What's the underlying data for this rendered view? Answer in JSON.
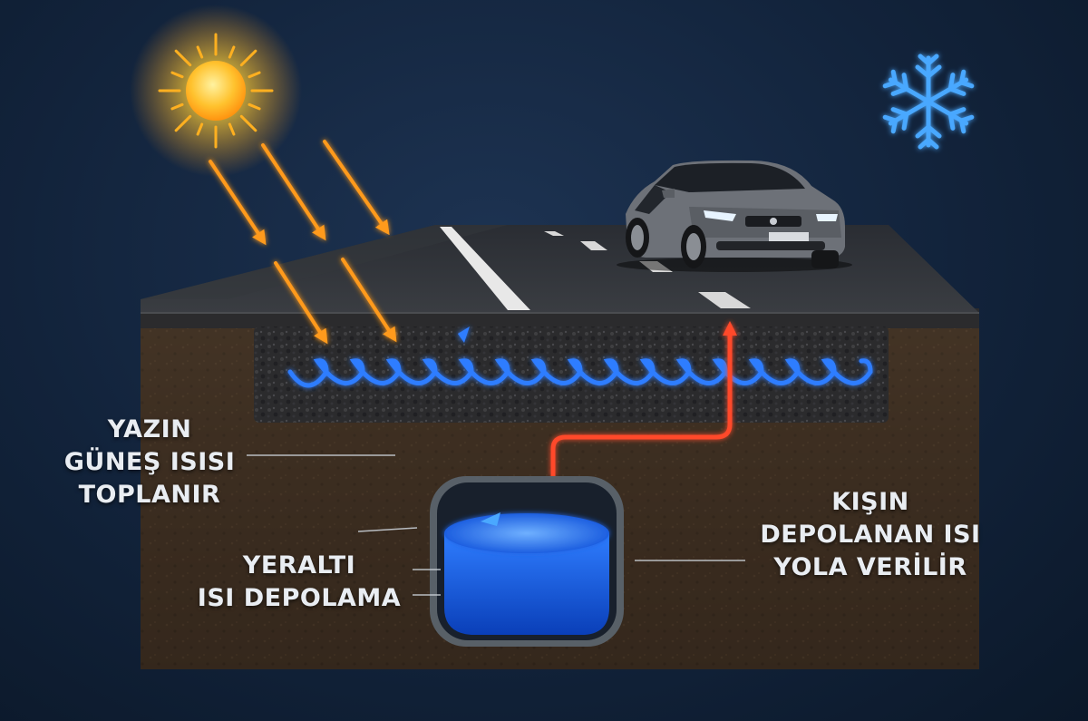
{
  "labels": {
    "summer": {
      "line1": "YAZIN",
      "line2": "GÜNEŞ ISISI",
      "line3": "TOPLANIR"
    },
    "storage": {
      "line1": "YERALTI",
      "line2": "ISI DEPOLAMA"
    },
    "winter": {
      "line1": "KIŞIN",
      "line2": "DEPOLANAN ISI",
      "line3": "YOLA VERİLİR"
    }
  },
  "icons": [
    "sun-icon",
    "snowflake-icon",
    "car-icon"
  ],
  "colors": {
    "background": "#13243c",
    "sun": "#ffc22e",
    "sun_rays": "#ff9a1a",
    "cold_pipe": "#2f7dff",
    "hot_pipe": "#ff4a2a",
    "snowflake": "#4aa8ff",
    "asphalt": "#2d2f33",
    "soil": "#3a2c1f"
  }
}
